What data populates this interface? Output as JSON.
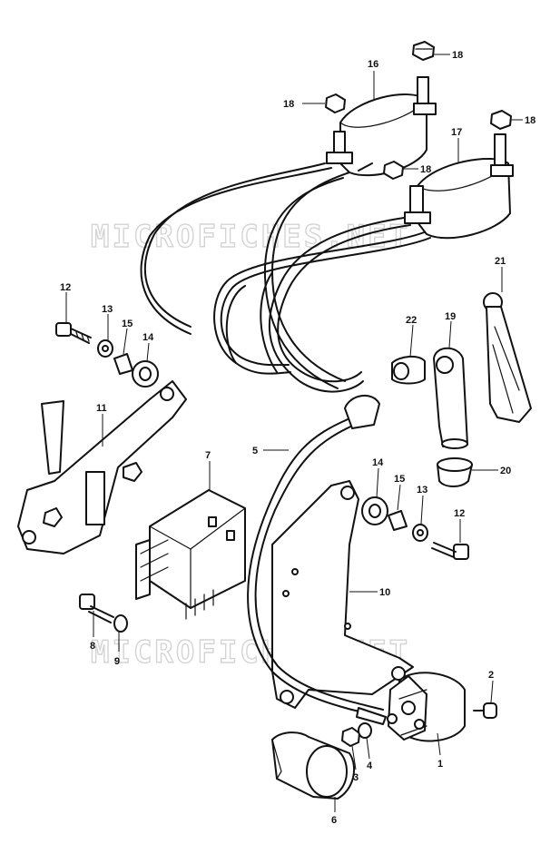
{
  "watermark": {
    "text_top": "MICROFICHES.NET",
    "text_bottom": "MICROFICHES.NET"
  },
  "callouts": [
    {
      "id": "c18a",
      "label": "18"
    },
    {
      "id": "c16",
      "label": "16"
    },
    {
      "id": "c18b",
      "label": "18"
    },
    {
      "id": "c18c",
      "label": "18"
    },
    {
      "id": "c17",
      "label": "17"
    },
    {
      "id": "c18d",
      "label": "18"
    },
    {
      "id": "c21",
      "label": "21"
    },
    {
      "id": "c12a",
      "label": "12"
    },
    {
      "id": "c13a",
      "label": "13"
    },
    {
      "id": "c15a",
      "label": "15"
    },
    {
      "id": "c14a",
      "label": "14"
    },
    {
      "id": "c22",
      "label": "22"
    },
    {
      "id": "c19",
      "label": "19"
    },
    {
      "id": "c11",
      "label": "11"
    },
    {
      "id": "c20",
      "label": "20"
    },
    {
      "id": "c5",
      "label": "5"
    },
    {
      "id": "c7",
      "label": "7"
    },
    {
      "id": "c14b",
      "label": "14"
    },
    {
      "id": "c15b",
      "label": "15"
    },
    {
      "id": "c13b",
      "label": "13"
    },
    {
      "id": "c12b",
      "label": "12"
    },
    {
      "id": "c10",
      "label": "10"
    },
    {
      "id": "c8",
      "label": "8"
    },
    {
      "id": "c9",
      "label": "9"
    },
    {
      "id": "c2",
      "label": "2"
    },
    {
      "id": "c4",
      "label": "4"
    },
    {
      "id": "c3",
      "label": "3"
    },
    {
      "id": "c1",
      "label": "1"
    },
    {
      "id": "c6",
      "label": "6"
    }
  ]
}
